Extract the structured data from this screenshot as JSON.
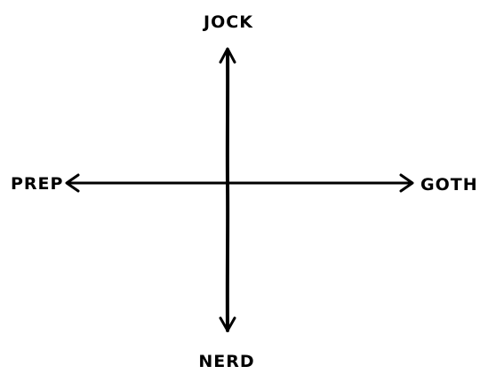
{
  "diagram": {
    "type": "quadrant-axes",
    "labels": {
      "top": "JOCK",
      "bottom": "NERD",
      "left": "PREP",
      "right": "GOTH"
    },
    "colors": {
      "background": "#ffffff",
      "ink": "#000000"
    }
  }
}
